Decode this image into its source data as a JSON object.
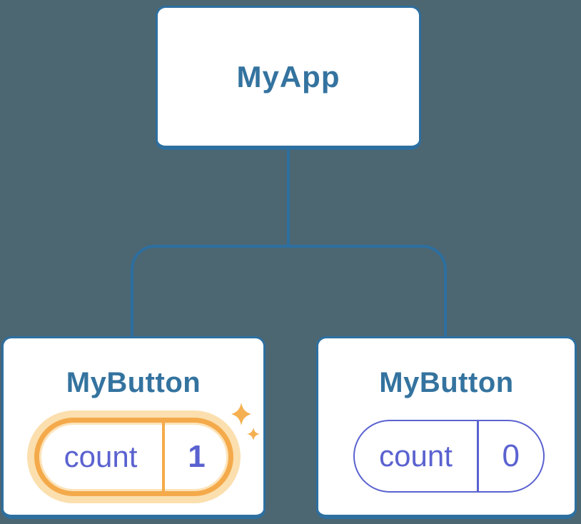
{
  "diagram": {
    "root": {
      "label": "MyApp"
    },
    "children": [
      {
        "label": "MyButton",
        "state_key": "count",
        "state_value": "1",
        "highlighted": true
      },
      {
        "label": "MyButton",
        "state_key": "count",
        "state_value": "0",
        "highlighted": false
      }
    ]
  },
  "icons": {
    "sparkle": "sparkle-icon"
  },
  "colors": {
    "bg": "#4C6672",
    "box_bg": "#FFFFFF",
    "line": "#2D6FA0",
    "title": "#34739F",
    "indigo": "#5A62D0",
    "orange": "#F4AA4B",
    "orange_glow": "#FBDFAE",
    "star": "#F5B051"
  }
}
